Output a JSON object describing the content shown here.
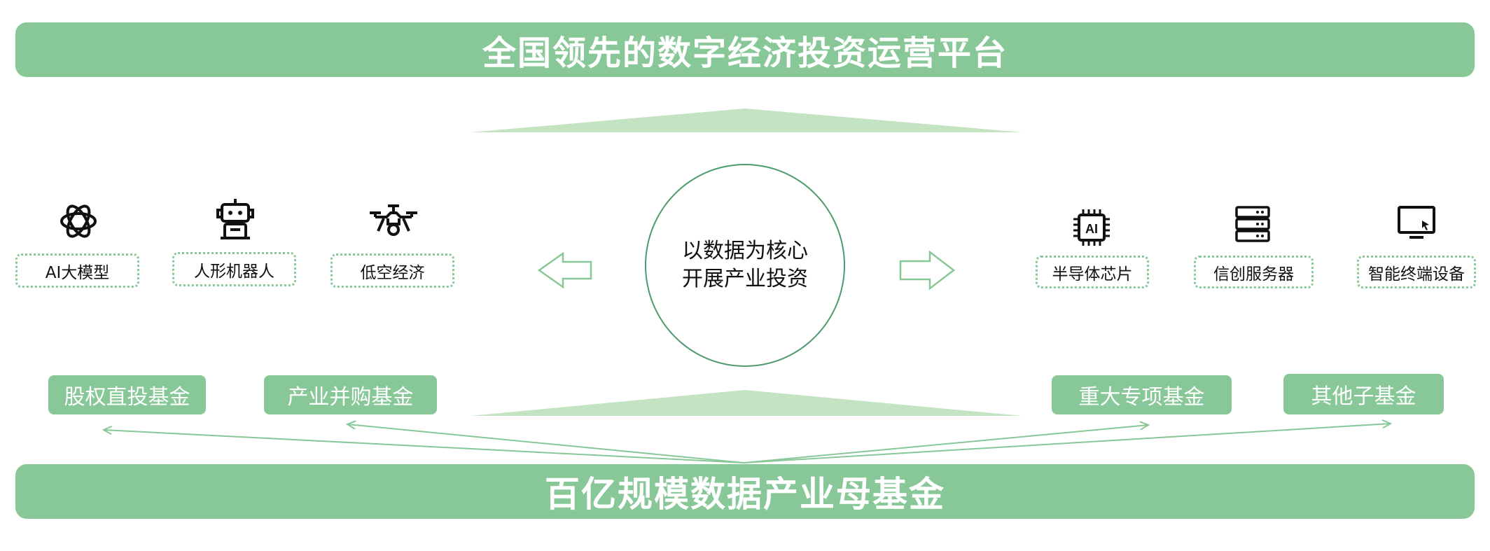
{
  "top_banner": {
    "text": "全国领先的数字经济投资运营平台"
  },
  "bottom_banner": {
    "text": "百亿规模数据产业母基金"
  },
  "center": {
    "line1": "以数据为核心",
    "line2": "开展产业投资"
  },
  "left_items": [
    {
      "label": "AI大模型",
      "icon": "openai-icon"
    },
    {
      "label": "人形机器人",
      "icon": "robot-icon"
    },
    {
      "label": "低空经济",
      "icon": "drone-icon"
    }
  ],
  "right_items": [
    {
      "label": "半导体芯片",
      "icon": "ai-chip-icon",
      "icon_text": "AI"
    },
    {
      "label": "信创服务器",
      "icon": "server-icon"
    },
    {
      "label": "智能终端设备",
      "icon": "monitor-icon"
    }
  ],
  "funds": [
    {
      "label": "股权直投基金"
    },
    {
      "label": "产业并购基金"
    },
    {
      "label": "重大专项基金"
    },
    {
      "label": "其他子基金"
    }
  ],
  "colors": {
    "accent": "#88c898",
    "triangle": "#c3e3c2",
    "circle_border": "#4d9a6c",
    "arrow": "#88c898"
  }
}
